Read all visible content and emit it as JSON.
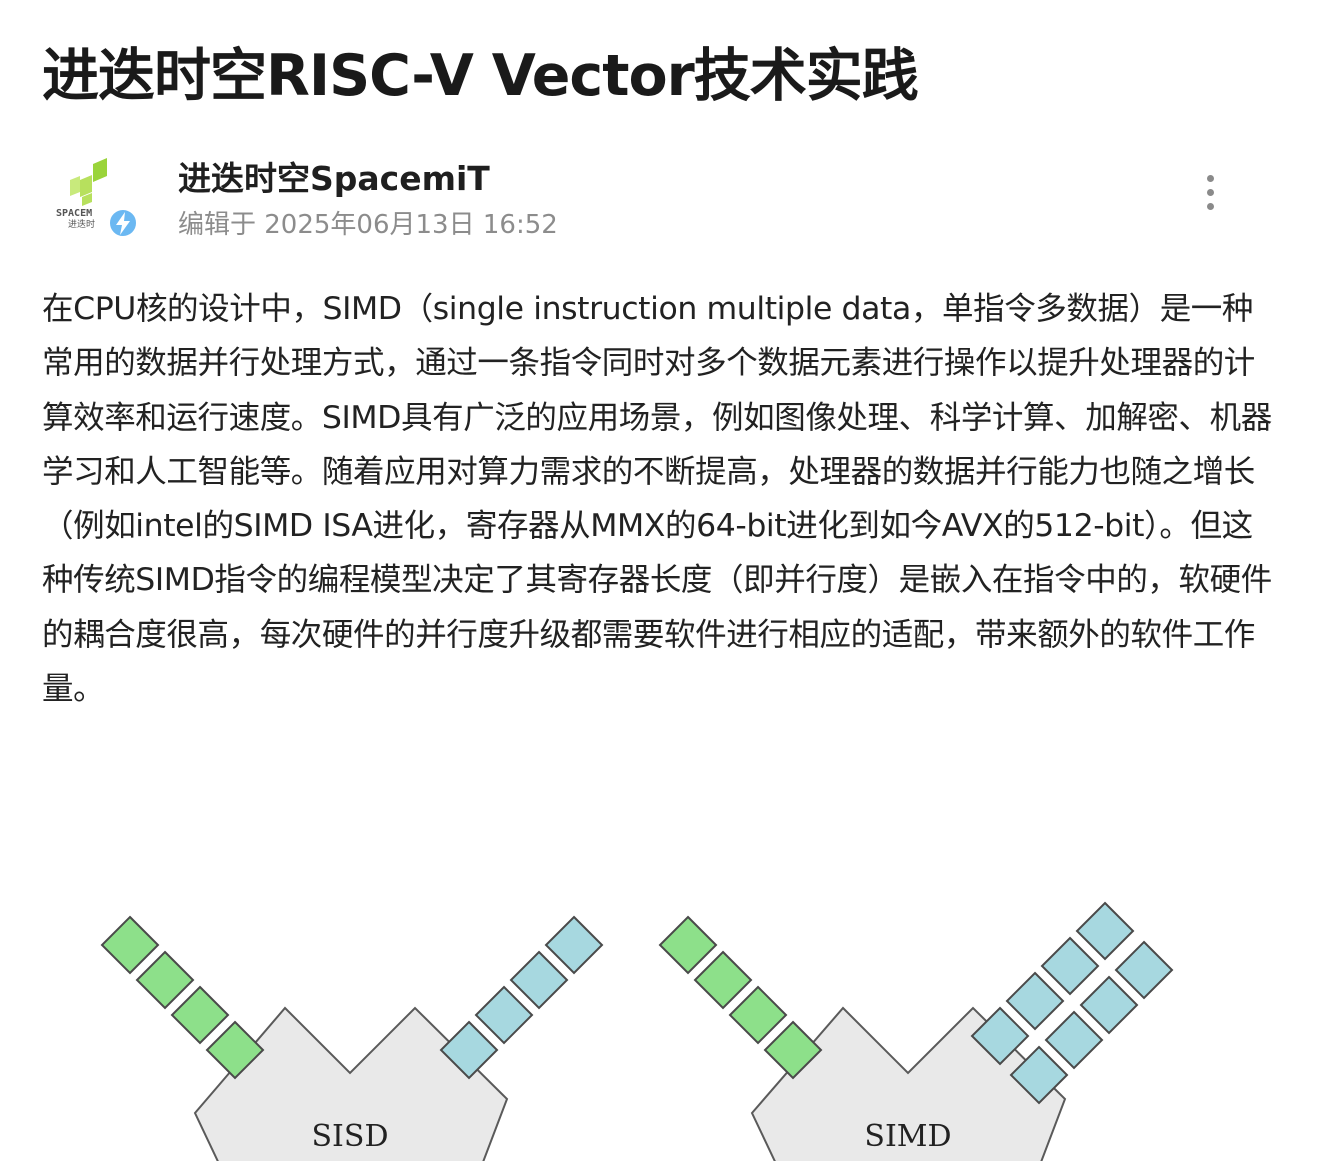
{
  "article": {
    "title": "进迭时空RISC-V Vector技术实践"
  },
  "author": {
    "name": "进迭时空SpacemiT",
    "meta": "编辑于 2025年06月13日 16:52",
    "avatar_text_top": "SPACEM",
    "avatar_text_bottom": "进迭时",
    "verified_icon": "lightning-badge-icon",
    "more_icon": "more-vertical-icon"
  },
  "content": {
    "paragraph": "在CPU核的设计中，SIMD（single instruction multiple data，单指令多数据）是一种常用的数据并行处理方式，通过一条指令同时对多个数据元素进行操作以提升处理器的计算效率和运行速度。SIMD具有广泛的应用场景，例如图像处理、科学计算、加解密、机器学习和人工智能等。随着应用对算力需求的不断提高，处理器的数据并行能力也随之增长（例如intel的SIMD ISA进化，寄存器从MMX的64-bit进化到如今AVX的512-bit）。但这种传统SIMD指令的编程模型决定了其寄存器长度（即并行度）是嵌入在指令中的，软硬件的耦合度很高，每次硬件的并行度升级都需要软件进行相应的适配，带来额外的软件工作量。"
  },
  "figure": {
    "left_label": "SISD",
    "right_label": "SIMD",
    "colors": {
      "green": "#8de08a",
      "blue": "#a7d8e0",
      "box": "#e9e9e9"
    }
  }
}
